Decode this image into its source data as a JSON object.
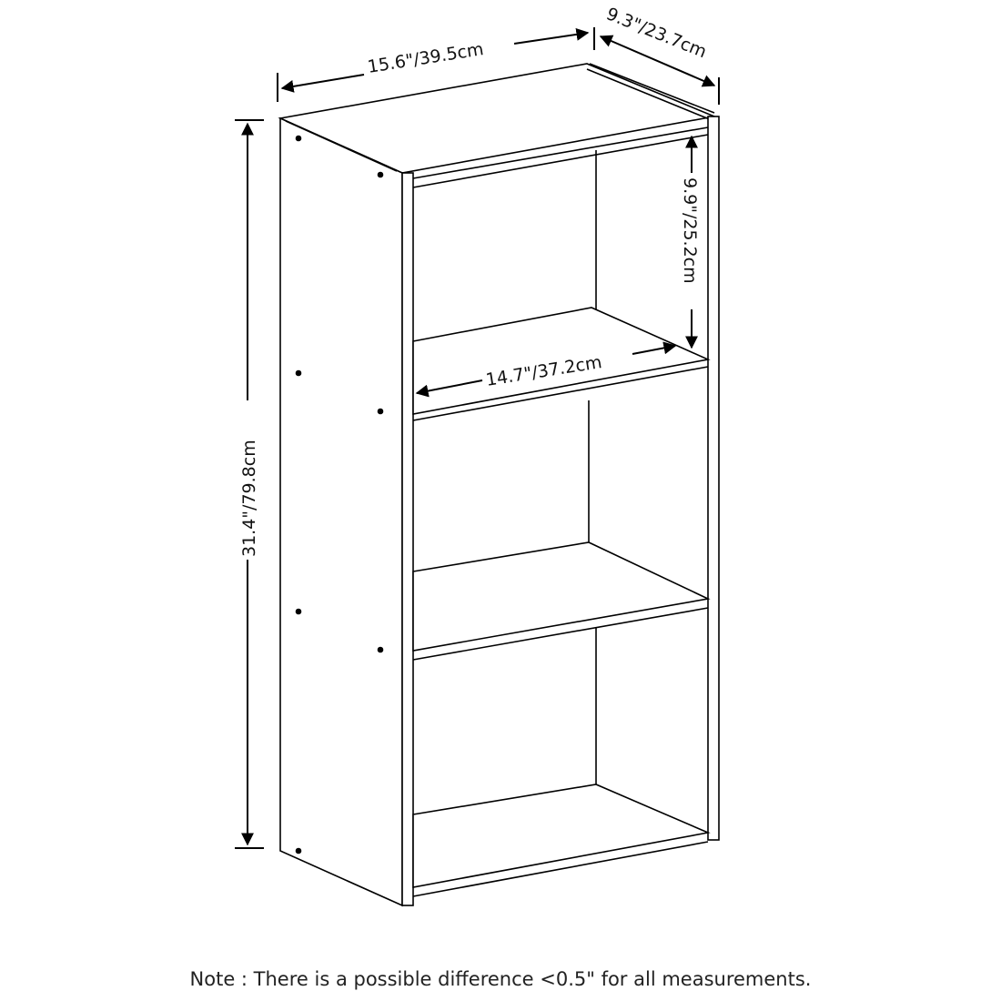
{
  "diagram": {
    "subject": "3-tier open shelf bookcase",
    "shelves": 3,
    "dimensions": {
      "width": "15.6\"/39.5cm",
      "depth": "9.3\"/23.7cm",
      "height": "31.4\"/79.8cm",
      "shelf_height": "9.9\"/25.2cm",
      "inner_width": "14.7\"/37.2cm"
    },
    "note": "Note : There is a possible difference <0.5\" for all measurements."
  }
}
